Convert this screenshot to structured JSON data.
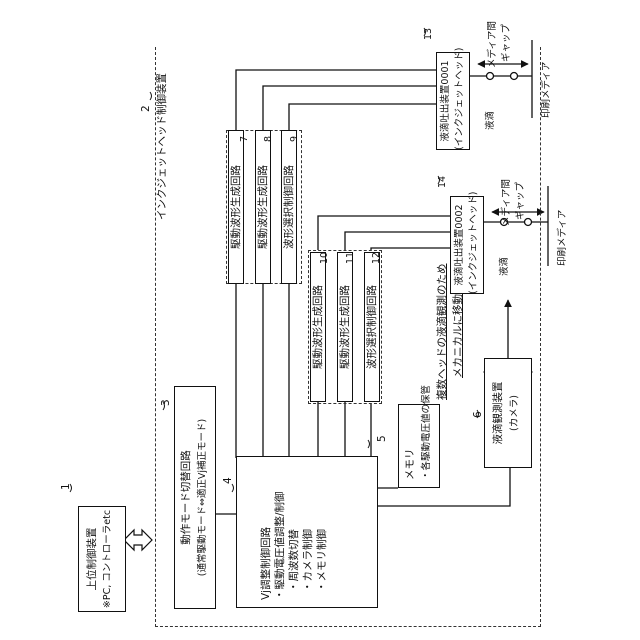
{
  "host_controller": {
    "ref": "1",
    "line1": "上位制御装置",
    "line2": "※PC, コントローラetc"
  },
  "inkjet_control_device": {
    "ref": "2",
    "label": "インクジェットヘッド制御装置"
  },
  "mode_switch": {
    "ref": "3",
    "line1": "動作モード切替回路",
    "line2": "(通常駆動モード⇔適正Vj補正モード)"
  },
  "vj_control": {
    "ref": "4",
    "title": "Vj調整制御回路",
    "items": [
      "・駆動電圧値調整/制御",
      "・周波数切替",
      "・カメラ制御",
      "・メモリ制御"
    ]
  },
  "memory": {
    "ref": "5",
    "line1": "メモリ",
    "line2": "・各駆動電圧値の保管"
  },
  "observer": {
    "ref": "6",
    "line1": "液滴観測装置",
    "line2": "(カメラ)"
  },
  "camera_note": {
    "line1": "複数ヘッドの液滴観測のため",
    "line2": "メカニカルに移動可"
  },
  "group_a": [
    {
      "ref": "7",
      "label": "駆動波形生成回路"
    },
    {
      "ref": "8",
      "label": "駆動波形生成回路"
    },
    {
      "ref": "9",
      "label": "波形選択制御回路"
    }
  ],
  "group_b": [
    {
      "ref": "10",
      "label": "駆動波形生成回路"
    },
    {
      "ref": "11",
      "label": "駆動波形生成回路"
    },
    {
      "ref": "12",
      "label": "波形選択制御回路"
    }
  ],
  "head1": {
    "ref": "13",
    "line1": "液滴吐出装置0001",
    "line2": "(インクジェットヘッド)"
  },
  "head2": {
    "ref": "14",
    "line1": "液滴吐出装置0002",
    "line2": "(インクジェットヘッド)"
  },
  "droplet_label": "液滴",
  "gap_label": {
    "line1": "メディア間",
    "line2": "ギャップ"
  },
  "media_label": "印刷メディア"
}
